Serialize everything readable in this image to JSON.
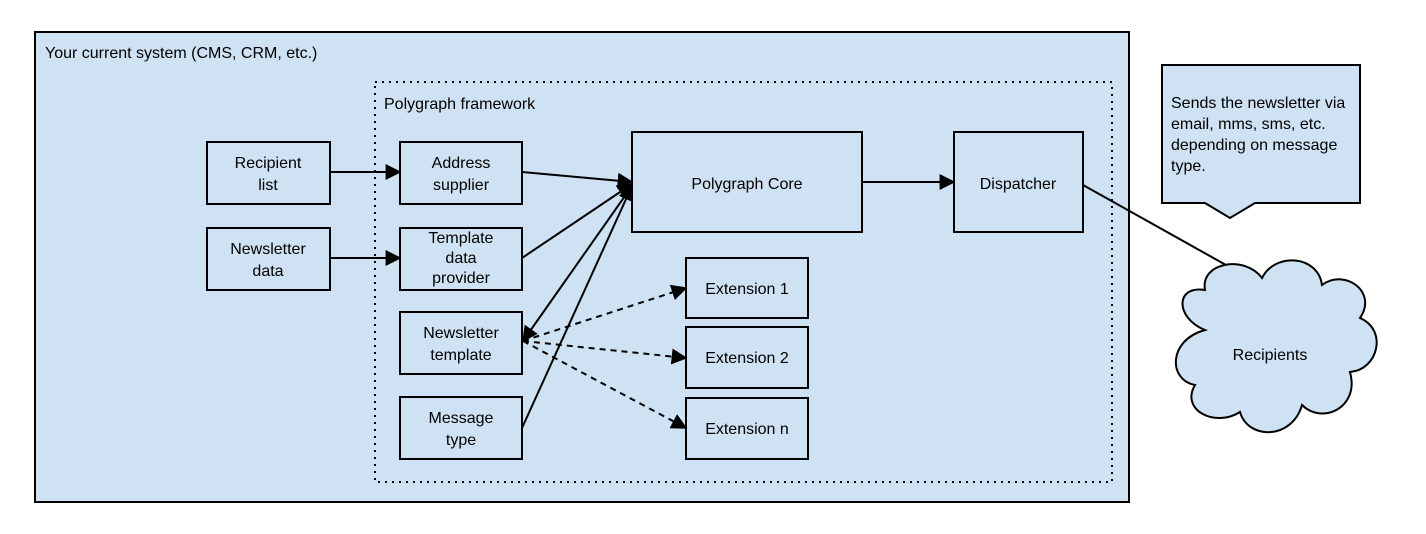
{
  "system": {
    "label": "Your current system (CMS, CRM, etc.)",
    "fill": "#cfe2f3"
  },
  "framework": {
    "label": "Polygraph framework"
  },
  "nodes": {
    "recipient_list": [
      "Recipient",
      "list"
    ],
    "newsletter_data": [
      "Newsletter",
      "data"
    ],
    "address_supplier": [
      "Address",
      "supplier"
    ],
    "template_data_provider": [
      "Template",
      "data",
      "provider"
    ],
    "newsletter_template": [
      "Newsletter",
      "template"
    ],
    "message_type": [
      "Message",
      "type"
    ],
    "polygraph_core": [
      "Polygraph Core"
    ],
    "dispatcher": [
      "Dispatcher"
    ],
    "extension_1": [
      "Extension 1"
    ],
    "extension_2": [
      "Extension 2"
    ],
    "extension_n": [
      "Extension n"
    ]
  },
  "callout": {
    "lines": [
      "Sends the newsletter via",
      "email, mms, sms, etc.",
      "depending on message",
      "type."
    ]
  },
  "cloud": {
    "label": "Recipients"
  },
  "colors": {
    "box_fill": "#cfe2f3",
    "stroke": "#000000"
  },
  "edges": [
    {
      "from": "recipient_list",
      "to": "address_supplier",
      "style": "solid"
    },
    {
      "from": "newsletter_data",
      "to": "template_data_provider",
      "style": "solid"
    },
    {
      "from": "address_supplier",
      "to": "polygraph_core",
      "style": "solid"
    },
    {
      "from": "template_data_provider",
      "to": "polygraph_core",
      "style": "solid"
    },
    {
      "from": "message_type",
      "to": "polygraph_core",
      "style": "solid"
    },
    {
      "from": "polygraph_core",
      "to": "newsletter_template",
      "style": "solid"
    },
    {
      "from": "newsletter_template",
      "to": "extension_1",
      "style": "dashed"
    },
    {
      "from": "newsletter_template",
      "to": "extension_2",
      "style": "dashed"
    },
    {
      "from": "newsletter_template",
      "to": "extension_n",
      "style": "dashed"
    },
    {
      "from": "polygraph_core",
      "to": "dispatcher",
      "style": "solid"
    },
    {
      "from": "dispatcher",
      "to": "recipients",
      "style": "solid"
    }
  ]
}
